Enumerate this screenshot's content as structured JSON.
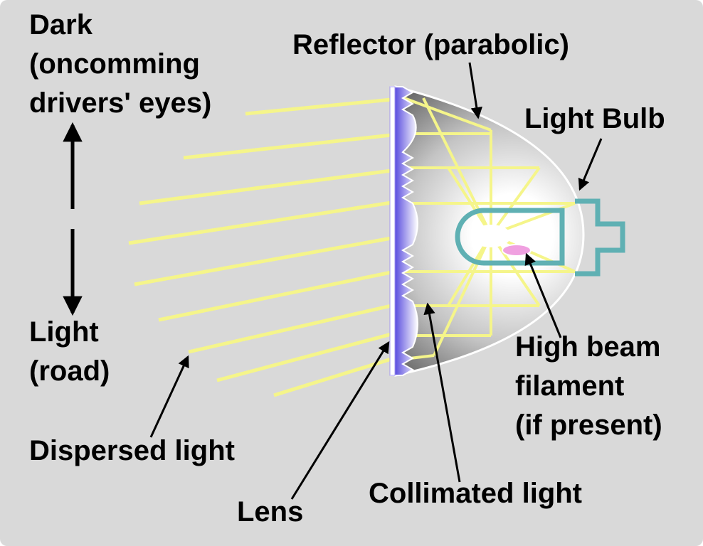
{
  "labels": {
    "dark": [
      "Dark",
      "(oncomming",
      "drivers' eyes)"
    ],
    "light_road": [
      "Light",
      "(road)"
    ],
    "reflector": "Reflector (parabolic)",
    "light_bulb": "Light Bulb",
    "high_beam": [
      "High beam",
      "filament",
      "(if present)"
    ],
    "dispersed": "Dispersed light",
    "lens": "Lens",
    "collimated": "Collimated light"
  },
  "colors": {
    "background": "#d9d9d9",
    "light_rays": "#f5f58a",
    "bulb_outline": "#5fb0b3",
    "lens_fill": "#6b5ce0",
    "filament": "#f0a0e0",
    "arrows": "#000000"
  }
}
